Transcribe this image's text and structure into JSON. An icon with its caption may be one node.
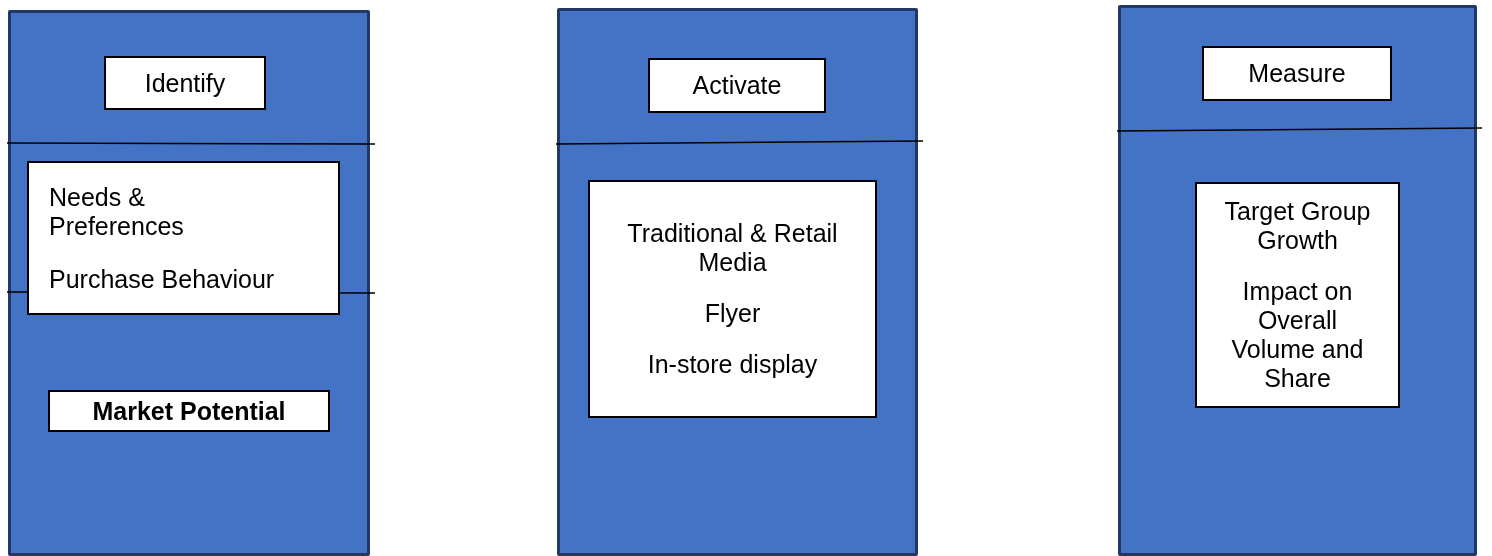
{
  "diagram": {
    "nodes": [
      {
        "text": [],
        "shape": "box"
      },
      {
        "text": [
          "Identify"
        ],
        "in": 0
      },
      {
        "text": [
          "Needs & Preferences",
          "Purchase Behaviour"
        ],
        "in": 0
      },
      {
        "text": [
          "Market Potential"
        ],
        "in": 0
      },
      {
        "text": [],
        "shape": "box"
      },
      {
        "text": [
          "Activate"
        ],
        "in": 4
      },
      {
        "text": [
          "Traditional & Retail Media",
          "Flyer",
          "In-store display"
        ],
        "in": 4
      },
      {
        "text": [],
        "shape": "box"
      },
      {
        "text": [
          "Measure"
        ],
        "in": 7
      },
      {
        "text": [
          "Target Group Growth",
          "Impact on Overall Volume and Share"
        ],
        "in": 7
      }
    ]
  }
}
